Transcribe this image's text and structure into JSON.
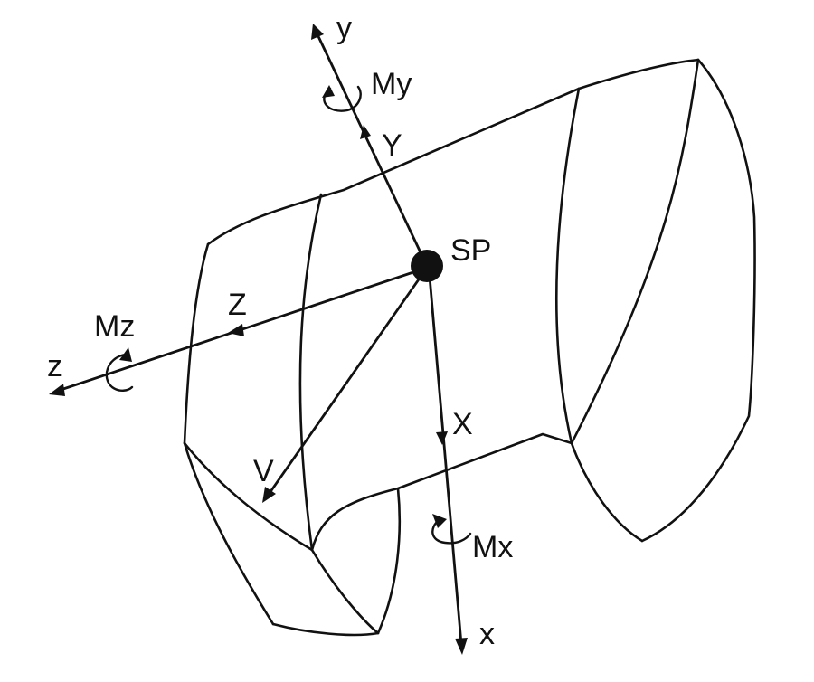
{
  "labels": {
    "axis_y": "y",
    "axis_x": "x",
    "axis_z": "z",
    "force_Y": "Y",
    "force_X": "X",
    "force_Z": "Z",
    "force_V": "V",
    "moment_My": "My",
    "moment_Mx": "Mx",
    "moment_Mz": "Mz",
    "reference_point": "SP"
  },
  "colors": {
    "stroke": "#111111",
    "background": "#ffffff"
  }
}
